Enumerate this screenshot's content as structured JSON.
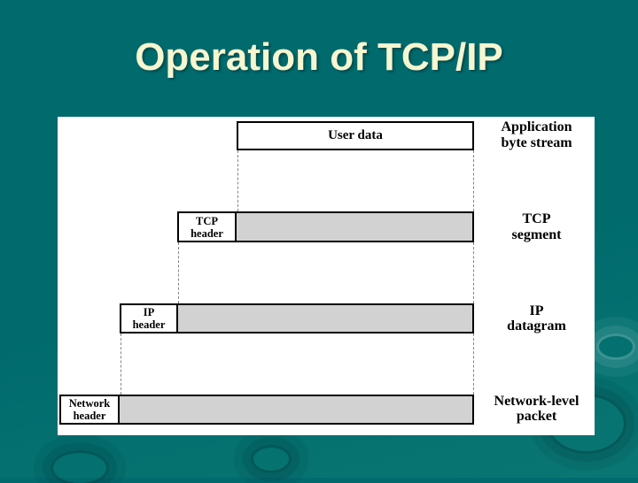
{
  "slide": {
    "title": "Operation of TCP/IP",
    "colors": {
      "background_teal": "#006A6D",
      "title_text": "#F6F6D0",
      "panel": "#FFFFFF",
      "box_fill_gray": "#D2D2D2",
      "box_border": "#000000",
      "dashed_line": "#848484"
    }
  },
  "diagram": {
    "rows": [
      {
        "id": "application",
        "box_label": "User data",
        "header_label": "",
        "side_label": "Application\nbyte stream"
      },
      {
        "id": "tcp",
        "box_label": "",
        "header_label": "TCP\nheader",
        "side_label": "TCP\nsegment"
      },
      {
        "id": "ip",
        "box_label": "",
        "header_label": "IP\nheader",
        "side_label": "IP\ndatagram"
      },
      {
        "id": "network",
        "box_label": "",
        "header_label": "Network\nheader",
        "side_label": "Network-level\npacket"
      }
    ]
  }
}
